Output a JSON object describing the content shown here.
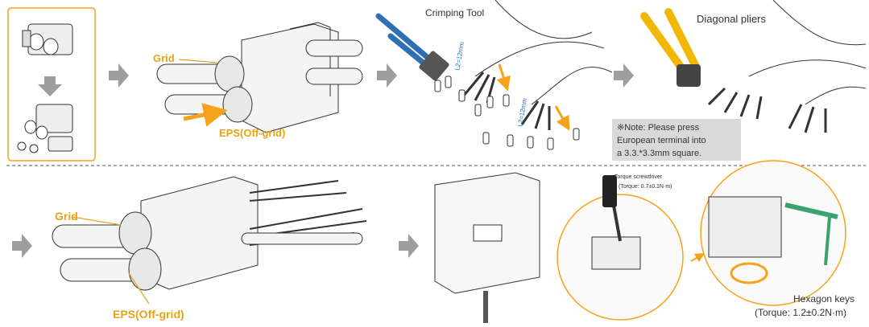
{
  "labels": {
    "grid_top": "Grid",
    "eps_top": "EPS(Off-grid)",
    "crimping_tool": "Crimping Tool",
    "l2_top": "L2=12mm",
    "l2_bottom": "L2=12mm",
    "diagonal_pliers": "Diagonal pliers",
    "note_line1": "※Note: Please press",
    "note_line2": "European terminal into",
    "note_line3": "a 3.3.*3.3mm square.",
    "grid_bottom": "Grid",
    "eps_bottom": "EPS(Off-grid)",
    "torque_screwdriver": "Torque screwdriver",
    "torque_screwdriver_value": "(Torque: 0.7±0.1N·m)",
    "hexagon_keys": "Hexagon keys",
    "hexagon_keys_torque": "(Torque: 1.2±0.2N·m)"
  },
  "colors": {
    "accent_orange": "#f7a21b",
    "arrow_gray": "#9e9e9e",
    "label_orange": "#e8a317",
    "wire_blue": "#2f6fb5",
    "note_bg": "#d9d9d9",
    "pliers_yellow": "#f2b705",
    "key_green": "#3aa36b",
    "line_dark": "#333333"
  },
  "icons": {
    "step_arrow": "right-arrow-icon",
    "down_arrow": "down-arrow-icon"
  }
}
